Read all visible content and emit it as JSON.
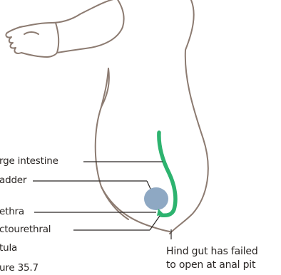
{
  "labels": {
    "large_intestine": "rge intestine",
    "bladder": "adder",
    "urethra": "ethra",
    "rectourethral": "ctourethral",
    "fistula": "tula",
    "figure": "ure 35.7"
  },
  "annotation": {
    "line1": "Hind gut has failed",
    "line2": "to open at anal pit"
  },
  "colors": {
    "outline": "#8c7b71",
    "gut": "#2db36f",
    "bladder": "#8ea8c3",
    "leader": "#2a2624"
  }
}
